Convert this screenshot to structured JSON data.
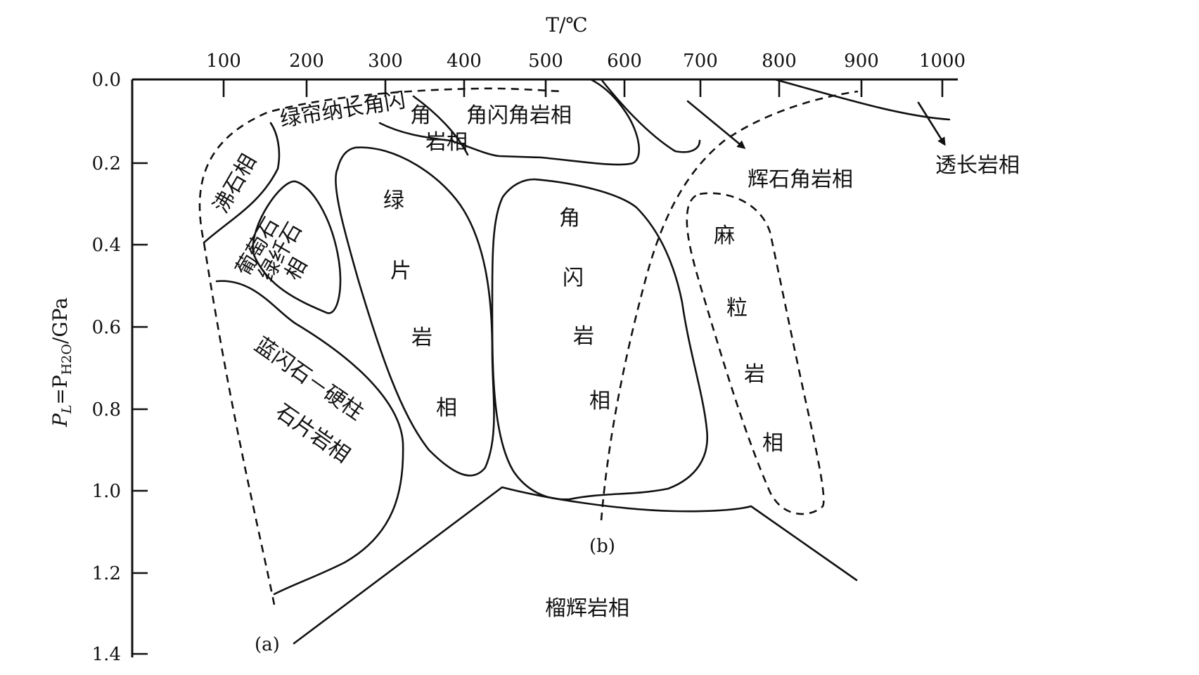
{
  "axes": {
    "x_title": "T/℃",
    "y_title_html": "P_L=P_H2O/GPa",
    "y_title_parts": {
      "p": "P",
      "sub_l": "L",
      "eq": "=P",
      "sub_h2o": "H2O",
      "unit": "/GPa"
    },
    "x_ticks": [
      "100",
      "200",
      "300",
      "400",
      "500",
      "600",
      "700",
      "800",
      "900",
      "1000"
    ],
    "y_ticks": [
      "0.0",
      "0.2",
      "0.4",
      "0.6",
      "0.8",
      "1.0",
      "1.2",
      "1.4"
    ]
  },
  "facies": {
    "epidote_albite_amphibolite": "绿帘纳长角闪",
    "amphibole_hornfels_small_1": "角",
    "amphibole_hornfels_small_2": "岩相",
    "amphibole_hornfels": "角闪角岩相",
    "zeolite": "沸石相",
    "prehnite_pumpellyite": [
      "葡萄石",
      "绿纤石",
      "相"
    ],
    "greenschist": [
      "绿",
      "片",
      "岩",
      "相"
    ],
    "amphibolite": [
      "角",
      "闪",
      "岩",
      "相"
    ],
    "granulite": [
      "麻",
      "粒",
      "岩",
      "相"
    ],
    "blueschist_1": "蓝闪石－硬柱",
    "blueschist_2": "石片岩相",
    "pyroxene_hornfels": "辉石角岩相",
    "sanidinite": "透长岩相",
    "eclogite": "榴辉岩相"
  },
  "labels": {
    "curve_a": "(a)",
    "curve_b": "(b)"
  }
}
